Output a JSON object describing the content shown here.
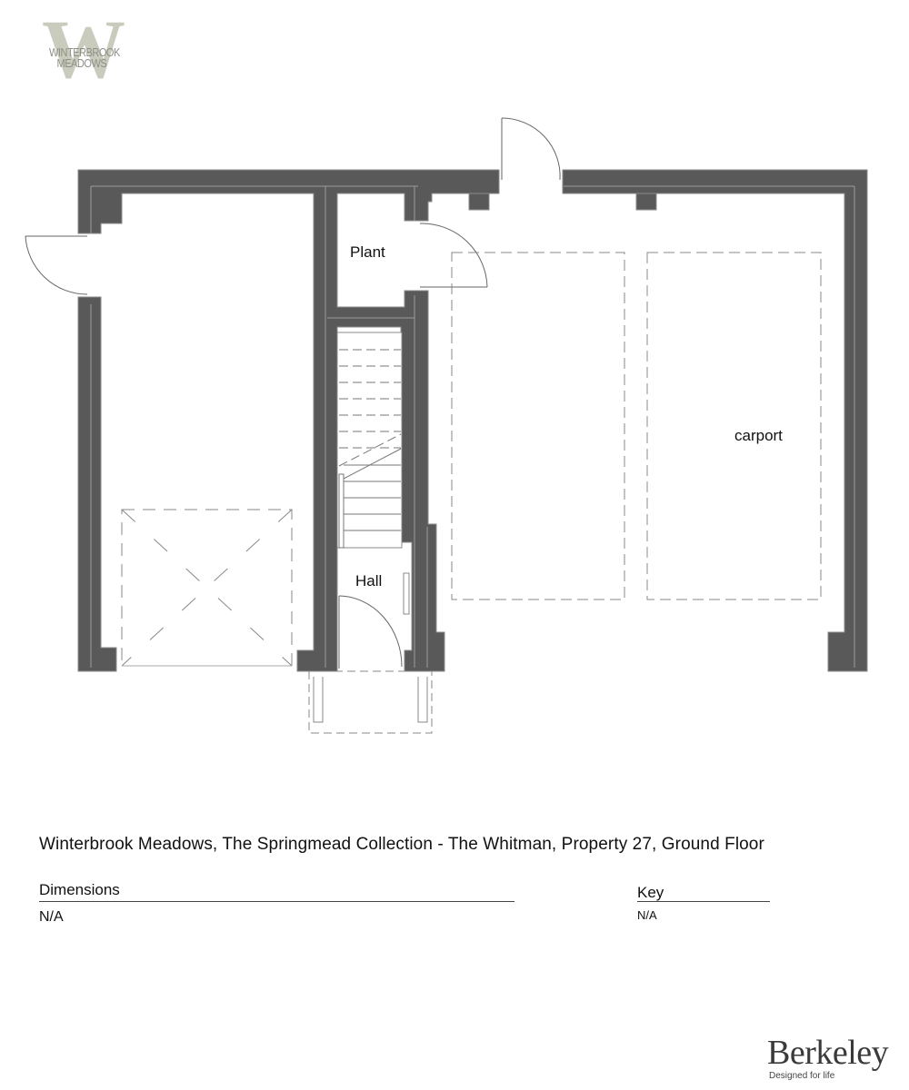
{
  "logo": {
    "monogram": "W",
    "line1": "WINTERBROOK",
    "line2": "MEADOWS"
  },
  "plan": {
    "wall_color": "#595959",
    "rooms": [
      {
        "label": "Plant"
      },
      {
        "label": "Hall"
      },
      {
        "label": "carport"
      }
    ]
  },
  "footer": {
    "title": "Winterbrook Meadows, The Springmead Collection - The Whitman, Property 27, Ground Floor",
    "dimensions": {
      "label": "Dimensions",
      "value": "N/A"
    },
    "key": {
      "label": "Key",
      "value": "N/A"
    }
  },
  "brand": {
    "name": "Berkeley",
    "tagline": "Designed for life"
  }
}
